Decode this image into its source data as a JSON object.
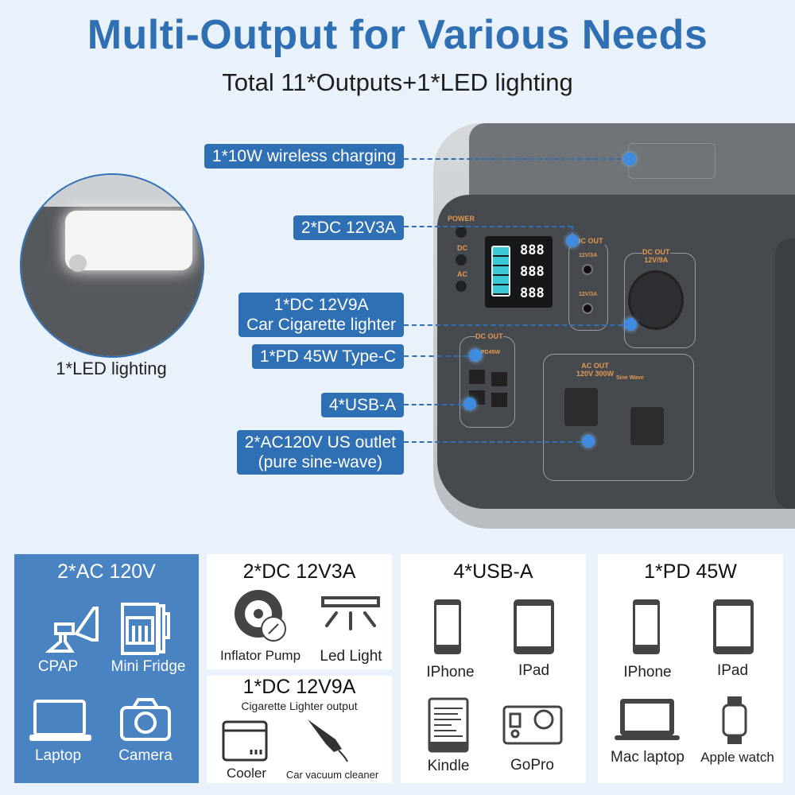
{
  "header": {
    "title": "Multi-Output for Various Needs",
    "subtitle": "Total 11*Outputs+1*LED lighting"
  },
  "colors": {
    "accent": "#2f6fb4",
    "background": "#e9f1fa",
    "device_label": "#e39a52"
  },
  "callouts": [
    {
      "line1": "1*10W wireless charging"
    },
    {
      "line1": "2*DC 12V3A"
    },
    {
      "line1": "1*DC 12V9A",
      "line2": "Car Cigarette lighter"
    },
    {
      "line1": "1*PD 45W Type-C"
    },
    {
      "line1": "4*USB-A"
    },
    {
      "line1": "2*AC120V US outlet",
      "line2": "(pure sine-wave)"
    }
  ],
  "led_inset": {
    "label": "1*LED lighting"
  },
  "device": {
    "power": "POWER",
    "dc": "DC",
    "ac": "AC",
    "dc_out": "DC OUT",
    "dc_port_1": "12V/3A",
    "dc_port_2": "12V/3A",
    "car_out": "DC OUT",
    "car_rating": "12V/9A",
    "usb_out": "DC OUT",
    "pd": "PD45W",
    "ac_out": "AC OUT",
    "ac_rating": "120V 300W",
    "sine": "Sine Wave",
    "lcd_readings": [
      "888",
      "888",
      "888"
    ]
  },
  "panels": {
    "ac": {
      "title": "2*AC 120V",
      "items": [
        {
          "label": "CPAP",
          "icon": "cpap-icon"
        },
        {
          "label": "Mini Fridge",
          "icon": "fridge-icon"
        },
        {
          "label": "Laptop",
          "icon": "laptop-icon"
        },
        {
          "label": "Camera",
          "icon": "camera-icon"
        }
      ]
    },
    "dc3a": {
      "title": "2*DC 12V3A",
      "items": [
        {
          "label": "Inflator Pump",
          "icon": "tire-pump-icon"
        },
        {
          "label": "Led Light",
          "icon": "led-light-icon"
        }
      ]
    },
    "dc9a": {
      "title": "1*DC 12V9A",
      "subtitle": "Cigarette Lighter output",
      "items": [
        {
          "label": "Cooler",
          "icon": "cooler-icon"
        },
        {
          "label": "Car vacuum cleaner",
          "icon": "vacuum-icon"
        }
      ]
    },
    "usb": {
      "title": "4*USB-A",
      "items": [
        {
          "label": "IPhone",
          "icon": "phone-icon"
        },
        {
          "label": "IPad",
          "icon": "tablet-icon"
        },
        {
          "label": "Kindle",
          "icon": "ereader-icon"
        },
        {
          "label": "GoPro",
          "icon": "action-camera-icon"
        }
      ]
    },
    "pd": {
      "title": "1*PD 45W",
      "items": [
        {
          "label": "IPhone",
          "icon": "phone-icon"
        },
        {
          "label": "IPad",
          "icon": "tablet-icon"
        },
        {
          "label": "Mac laptop",
          "icon": "laptop-icon"
        },
        {
          "label": "Apple watch",
          "icon": "watch-icon"
        }
      ]
    }
  }
}
